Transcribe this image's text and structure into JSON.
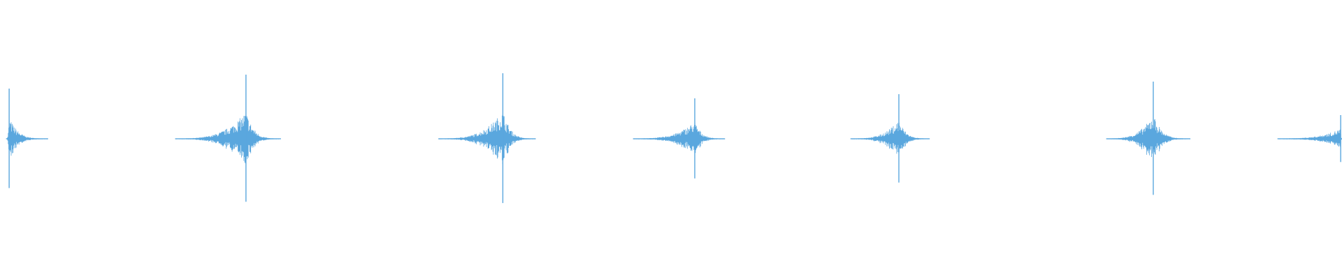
{
  "waveform": {
    "color": "#5aa7de",
    "background": "#ffffff",
    "bursts": [
      {
        "amplitude": 0.36,
        "peak_fraction": 0.0068,
        "attack_span": 0.0021,
        "decay_span": 0.0289
      },
      {
        "amplitude": 0.46,
        "peak_fraction": 0.1833,
        "attack_span": 0.0526,
        "decay_span": 0.026
      },
      {
        "amplitude": 0.47,
        "peak_fraction": 0.3747,
        "attack_span": 0.0479,
        "decay_span": 0.0245
      },
      {
        "amplitude": 0.29,
        "peak_fraction": 0.5177,
        "attack_span": 0.0458,
        "decay_span": 0.0224
      },
      {
        "amplitude": 0.32,
        "peak_fraction": 0.6698,
        "attack_span": 0.0359,
        "decay_span": 0.0229
      },
      {
        "amplitude": 0.41,
        "peak_fraction": 0.8594,
        "attack_span": 0.0349,
        "decay_span": 0.0276
      },
      {
        "amplitude": 0.17,
        "peak_fraction": 0.999,
        "attack_span": 0.0469,
        "decay_span": 0.001
      }
    ]
  }
}
